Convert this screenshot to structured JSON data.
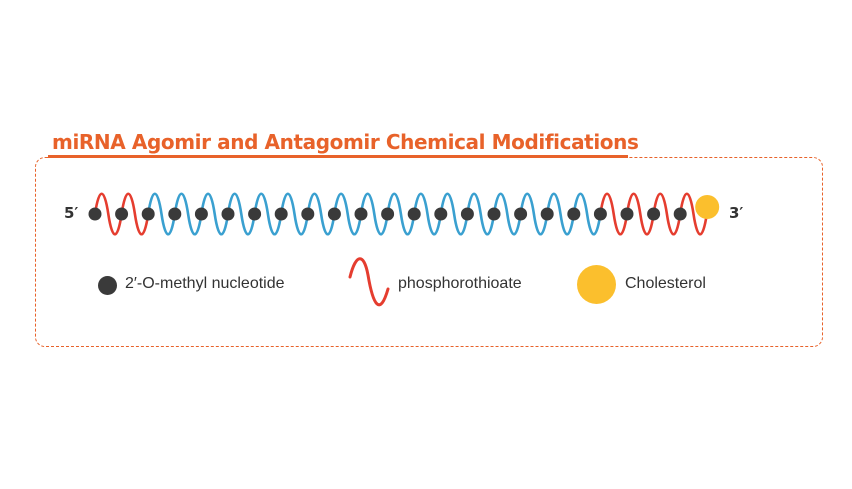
{
  "title": "miRNA Agomir and Antagomir Chemical Modifications",
  "strand": {
    "five_prime_label": "5′",
    "three_prime_label": "3′",
    "linkages": [
      "phosphorothioate",
      "phosphorothioate",
      "phosphodiester",
      "phosphodiester",
      "phosphodiester",
      "phosphodiester",
      "phosphodiester",
      "phosphodiester",
      "phosphodiester",
      "phosphodiester",
      "phosphodiester",
      "phosphodiester",
      "phosphodiester",
      "phosphodiester",
      "phosphodiester",
      "phosphodiester",
      "phosphodiester",
      "phosphodiester",
      "phosphodiester",
      "phosphorothioate",
      "phosphorothioate",
      "phosphorothioate",
      "phosphorothioate"
    ],
    "nucleotide_count": 23,
    "has_3prime_cholesterol": true
  },
  "legend": {
    "nucleotide": "2′-O-methyl nucleotide",
    "phosphorothioate": "phosphorothioate",
    "cholesterol": "Cholesterol"
  },
  "colors": {
    "title": "#e8622a",
    "frame": "#e8622a",
    "nucleotide": "#3a3a3a",
    "phosphorothioate": "#e53d2f",
    "phosphodiester": "#3aa0d0",
    "cholesterol": "#fbbf2d",
    "text": "#333333"
  }
}
